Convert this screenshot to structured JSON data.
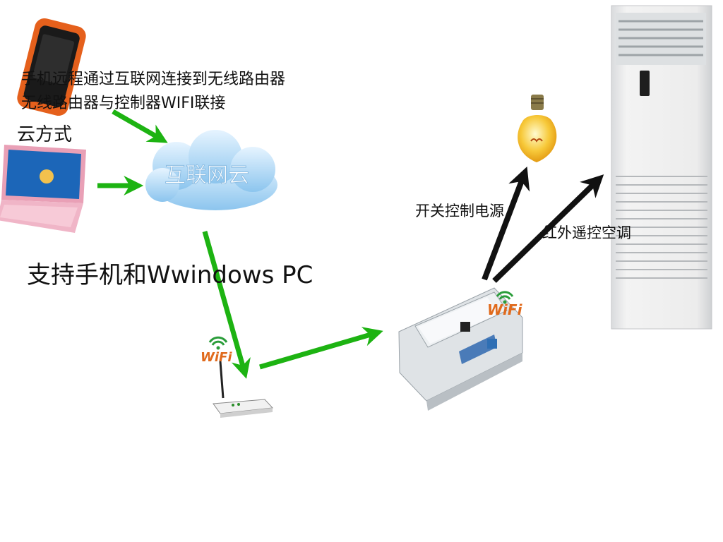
{
  "labels": {
    "line1": "手机远程通过互联网连接到无线路由器",
    "line2": "无线路由器与控制器WIFI联接",
    "cloud_mode": "云方式",
    "cloud": "互联网云",
    "support": "支持手机和Wwindows PC",
    "switch_power": "开关控制电源",
    "ir_ac": "红外遥控空调",
    "wifi_router": "WiFi",
    "wifi_controller": "WiFi"
  },
  "colors": {
    "green_arrow": "#1db312",
    "black_arrow": "#111111",
    "phone_orange": "#e5601c",
    "laptop_pink": "#e9a0b6",
    "cloud_blue": "#a9d6f5",
    "controller_white": "#e6eaee",
    "ac_white": "#eeeeee",
    "bulb_yellow": "#f5c542"
  },
  "icons": [
    "phone-icon",
    "laptop-icon",
    "cloud-icon",
    "router-icon",
    "controller-icon",
    "bulb-icon",
    "air-conditioner-icon",
    "wifi-icon"
  ]
}
